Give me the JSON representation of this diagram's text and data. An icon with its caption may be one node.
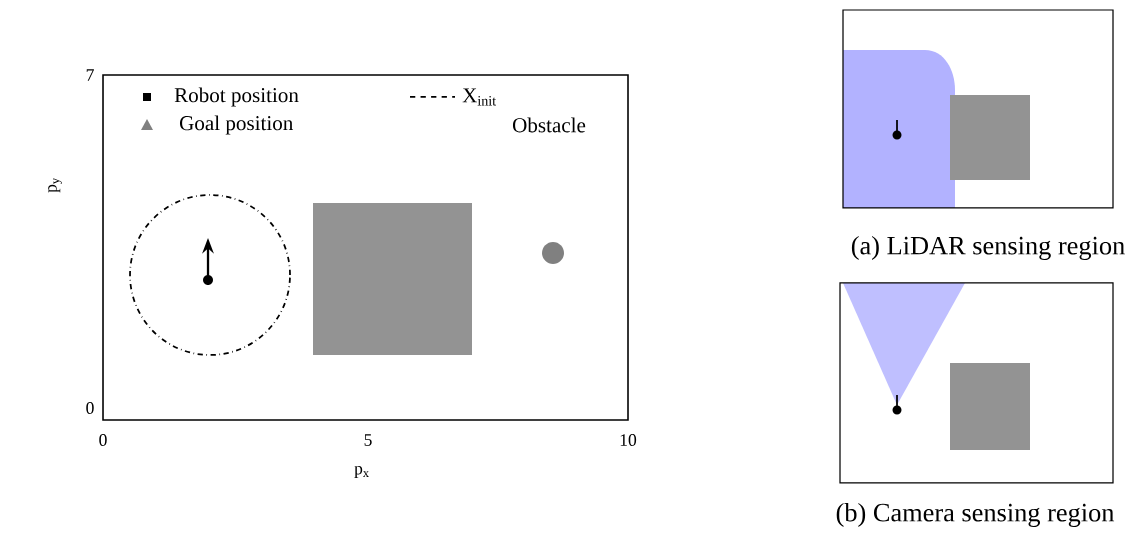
{
  "diagram": {
    "labels": [
      "7",
      "0",
      "0",
      "5",
      "10",
      "p$_{x}$",
      "p$_{y}$",
      "(a) LiDAR sensing region",
      "(b) Camera sensing region"
    ],
    "legend": [
      {
        "text": "Robot position"
      },
      {
        "text": "X$_{init}$"
      },
      {
        "text": "Goal position"
      },
      {
        "text": "Obstacle"
      }
    ]
  }
}
